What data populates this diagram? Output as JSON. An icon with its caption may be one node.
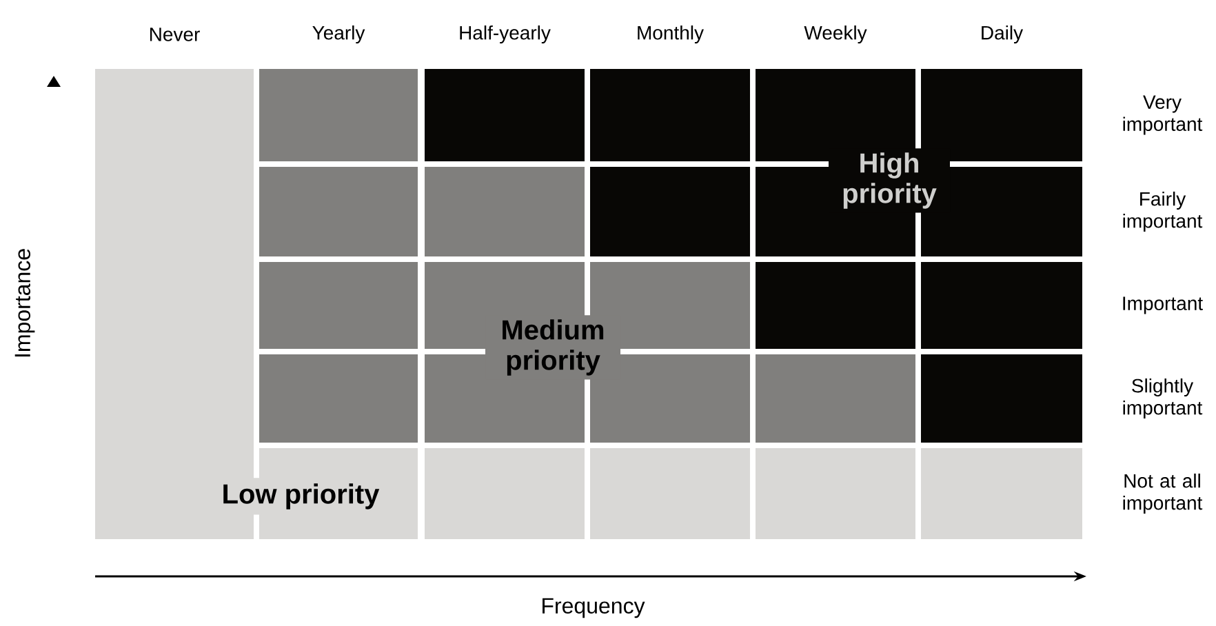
{
  "diagram": {
    "labels": [
      "Never",
      "Yearly",
      "Half-yearly",
      "Monthly",
      "Weekly",
      "Daily",
      "Very important",
      "Fairly important",
      "Important",
      "Slightly important",
      "Not at all important",
      "Importance",
      "High priority",
      "Medium priority",
      "Low priority",
      "Frequency"
    ]
  }
}
